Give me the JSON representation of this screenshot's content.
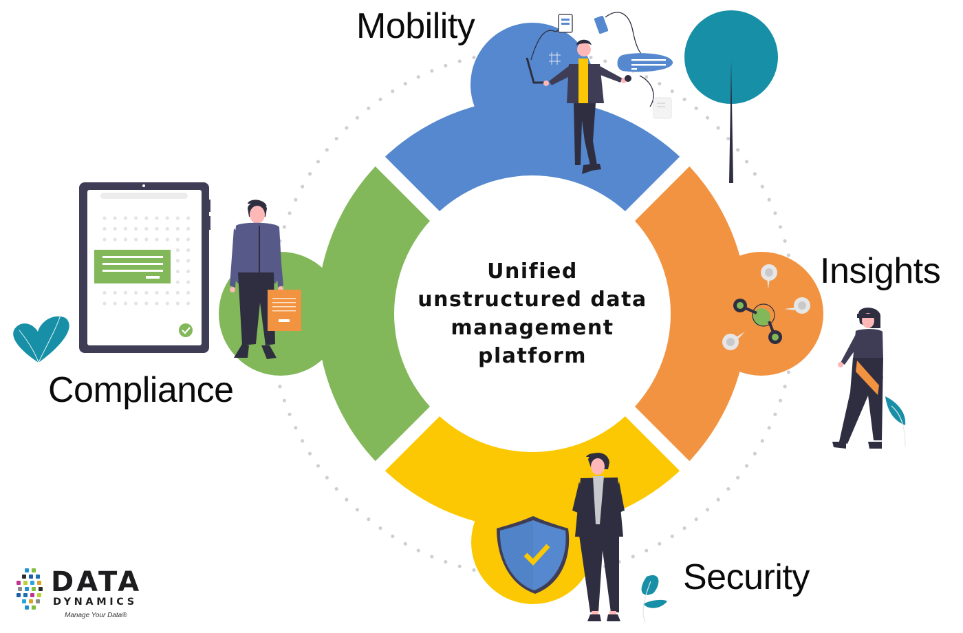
{
  "diagram": {
    "title_lines": [
      "Unified",
      "unstructured data",
      "management",
      "platform"
    ],
    "segments": [
      {
        "id": "mobility",
        "label": "Mobility",
        "color": "#5588CE",
        "position": "top"
      },
      {
        "id": "insights",
        "label": "Insights",
        "color": "#F29341",
        "position": "right"
      },
      {
        "id": "security",
        "label": "Security",
        "color": "#FCC803",
        "position": "bottom"
      },
      {
        "id": "compliance",
        "label": "Compliance",
        "color": "#82B85A",
        "position": "left"
      }
    ],
    "colors": {
      "dots": "#CFCFD2",
      "figure_dark": "#2F2E41",
      "figure_skin": "#FEB8B8",
      "teal": "#178FA6",
      "jacket_purple": "#575A89",
      "shield_blue": "#5588CE"
    }
  },
  "logo": {
    "name_line1": "DATA",
    "name_line2": "DYNAMICS",
    "registered_mark": "®",
    "tagline": "Manage Your Data®"
  }
}
